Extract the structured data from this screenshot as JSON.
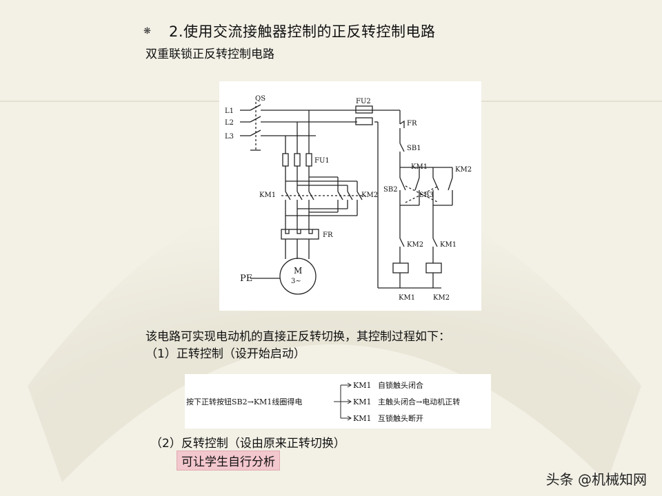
{
  "slide": {
    "title": "2.使用交流接触器控制的正反转控制电路",
    "subtitle": "双重联锁正反转控制电路",
    "description": "该电路可实现电动机的直接正反转切换，其控制过程如下：",
    "step1": "（1）正转控制（设开始启动）",
    "step2": "（2）反转控制（设由原来正转切换）",
    "hint": "可让学生自行分析",
    "watermark": "头条 @机械知网",
    "bullet_symbol": "❋"
  },
  "circuit": {
    "lines": [
      "L1",
      "L2",
      "L3"
    ],
    "qs": "QS",
    "fu1": "FU1",
    "fu2": "FU2",
    "fr": "FR",
    "fr_contact": "FR",
    "km1": "KM1",
    "km2": "KM2",
    "sb1": "SB1",
    "sb2": "SB2",
    "sb3": "SB3",
    "km1_aux": "KM1",
    "km2_aux": "KM2",
    "km2_interlock": "KM2",
    "km1_interlock": "KM1",
    "coil_km1": "KM1",
    "coil_km2": "KM2",
    "pe": "PE",
    "motor_m": "M",
    "motor_phase": "3~"
  },
  "flow": {
    "start": "按下正转按钮SB2→KM1线圈得电",
    "r1_a": "KM1",
    "r1_b": "自锁触头闭合",
    "r2_a": "KM1",
    "r2_b": "主触头闭合→电动机正转",
    "r3_a": "KM1",
    "r3_b": "互锁触头断开"
  }
}
